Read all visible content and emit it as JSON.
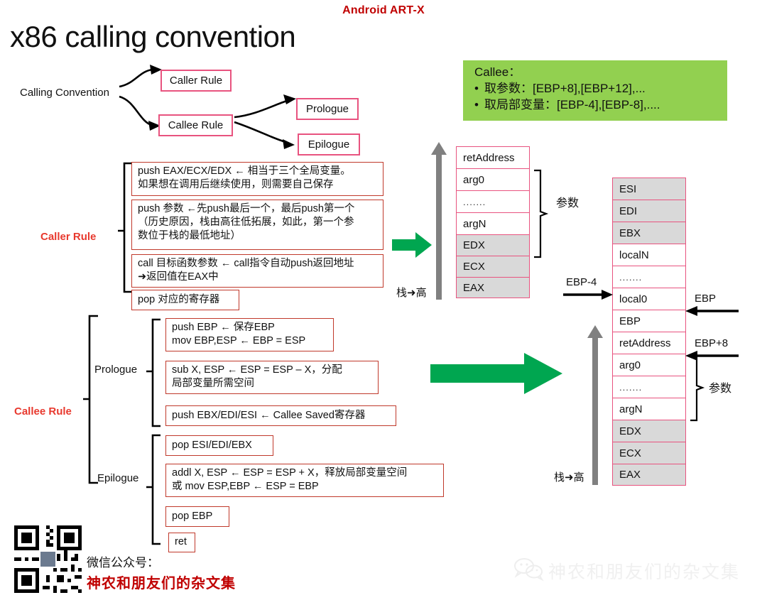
{
  "header": {
    "brand": "Android ART-X",
    "page_title": "x86 calling convention"
  },
  "tree": {
    "root_label": "Calling Convention",
    "caller_node": "Caller Rule",
    "callee_node": "Callee Rule",
    "prologue_node": "Prologue",
    "epilogue_node": "Epilogue"
  },
  "callout": {
    "title": "Callee：",
    "items": [
      "取参数：[EBP+8],[EBP+12],...",
      "取局部变量：[EBP-4],[EBP-8],...."
    ]
  },
  "caller_rule": {
    "label": "Caller Rule",
    "steps": [
      {
        "line1": "push EAX/ECX/EDX  ← 相当于三个全局变量。",
        "line2": "如果想在调用后继续使用，则需要自己保存"
      },
      {
        "line1": "push 参数 ←先push最后一个，最后push第一个",
        "line2": "（历史原因，栈由高往低拓展，如此，第一个参",
        "line3": "数位于栈的最低地址）"
      },
      {
        "line1": "call 目标函数参数 ← call指令自动push返回地址",
        "line2": "➜返回值在EAX中"
      },
      {
        "line1": "pop 对应的寄存器"
      }
    ]
  },
  "callee_rule": {
    "label": "Callee Rule",
    "prologue_label": "Prologue",
    "epilogue_label": "Epilogue",
    "prologue_steps": [
      {
        "line1": "push EBP          ← 保存EBP",
        "line2": "mov EBP,ESP  ← EBP = ESP"
      },
      {
        "line1": "sub X, ESP  ← ESP = ESP – X，分配",
        "line2": "局部变量所需空间"
      },
      {
        "line1": "push EBX/EDI/ESI ← Callee Saved寄存器"
      }
    ],
    "epilogue_steps": [
      {
        "line1": "pop ESI/EDI/EBX"
      },
      {
        "line1": "addl X, ESP ← ESP = ESP + X，释放局部变量空间",
        "line2": "或 mov ESP,EBP ← ESP = EBP"
      },
      {
        "line1": "pop EBP"
      },
      {
        "line1": "ret"
      }
    ]
  },
  "stack_caller": {
    "direction_label": "栈➜高",
    "group_label": "参数",
    "rows": [
      {
        "text": "retAddress",
        "shade": "white"
      },
      {
        "text": "arg0",
        "shade": "white"
      },
      {
        "text": ".......",
        "shade": "white"
      },
      {
        "text": "argN",
        "shade": "white"
      },
      {
        "text": "EDX",
        "shade": "gray"
      },
      {
        "text": "ECX",
        "shade": "gray"
      },
      {
        "text": "EAX",
        "shade": "gray"
      }
    ]
  },
  "stack_callee": {
    "direction_label": "栈➜高",
    "group_label": "参数",
    "pointer_ebp_minus_4": "EBP-4",
    "pointer_ebp": "EBP",
    "pointer_ebp_plus_8": "EBP+8",
    "rows": [
      {
        "text": "ESI",
        "shade": "gray"
      },
      {
        "text": "EDI",
        "shade": "gray"
      },
      {
        "text": "EBX",
        "shade": "gray"
      },
      {
        "text": "localN",
        "shade": "white"
      },
      {
        "text": ".......",
        "shade": "white"
      },
      {
        "text": "local0",
        "shade": "white"
      },
      {
        "text": "EBP",
        "shade": "white"
      },
      {
        "text": "retAddress",
        "shade": "white"
      },
      {
        "text": "arg0",
        "shade": "white"
      },
      {
        "text": ".......",
        "shade": "white"
      },
      {
        "text": "argN",
        "shade": "white"
      },
      {
        "text": "EDX",
        "shade": "gray"
      },
      {
        "text": "ECX",
        "shade": "gray"
      },
      {
        "text": "EAX",
        "shade": "gray"
      }
    ]
  },
  "footer": {
    "wechat_label": "微信公众号：",
    "wechat_name": "神农和朋友们的杂文集",
    "watermark": "神农和朋友们的杂文集"
  },
  "colors": {
    "brand_red": "#c00000",
    "label_red": "#e8392e",
    "box_pink": "#e8537f",
    "box_red": "#c0392b",
    "callout_green": "#92d050",
    "arrow_green": "#00a650",
    "stack_gray": "#d9d9d9",
    "bar_gray": "#808080"
  }
}
